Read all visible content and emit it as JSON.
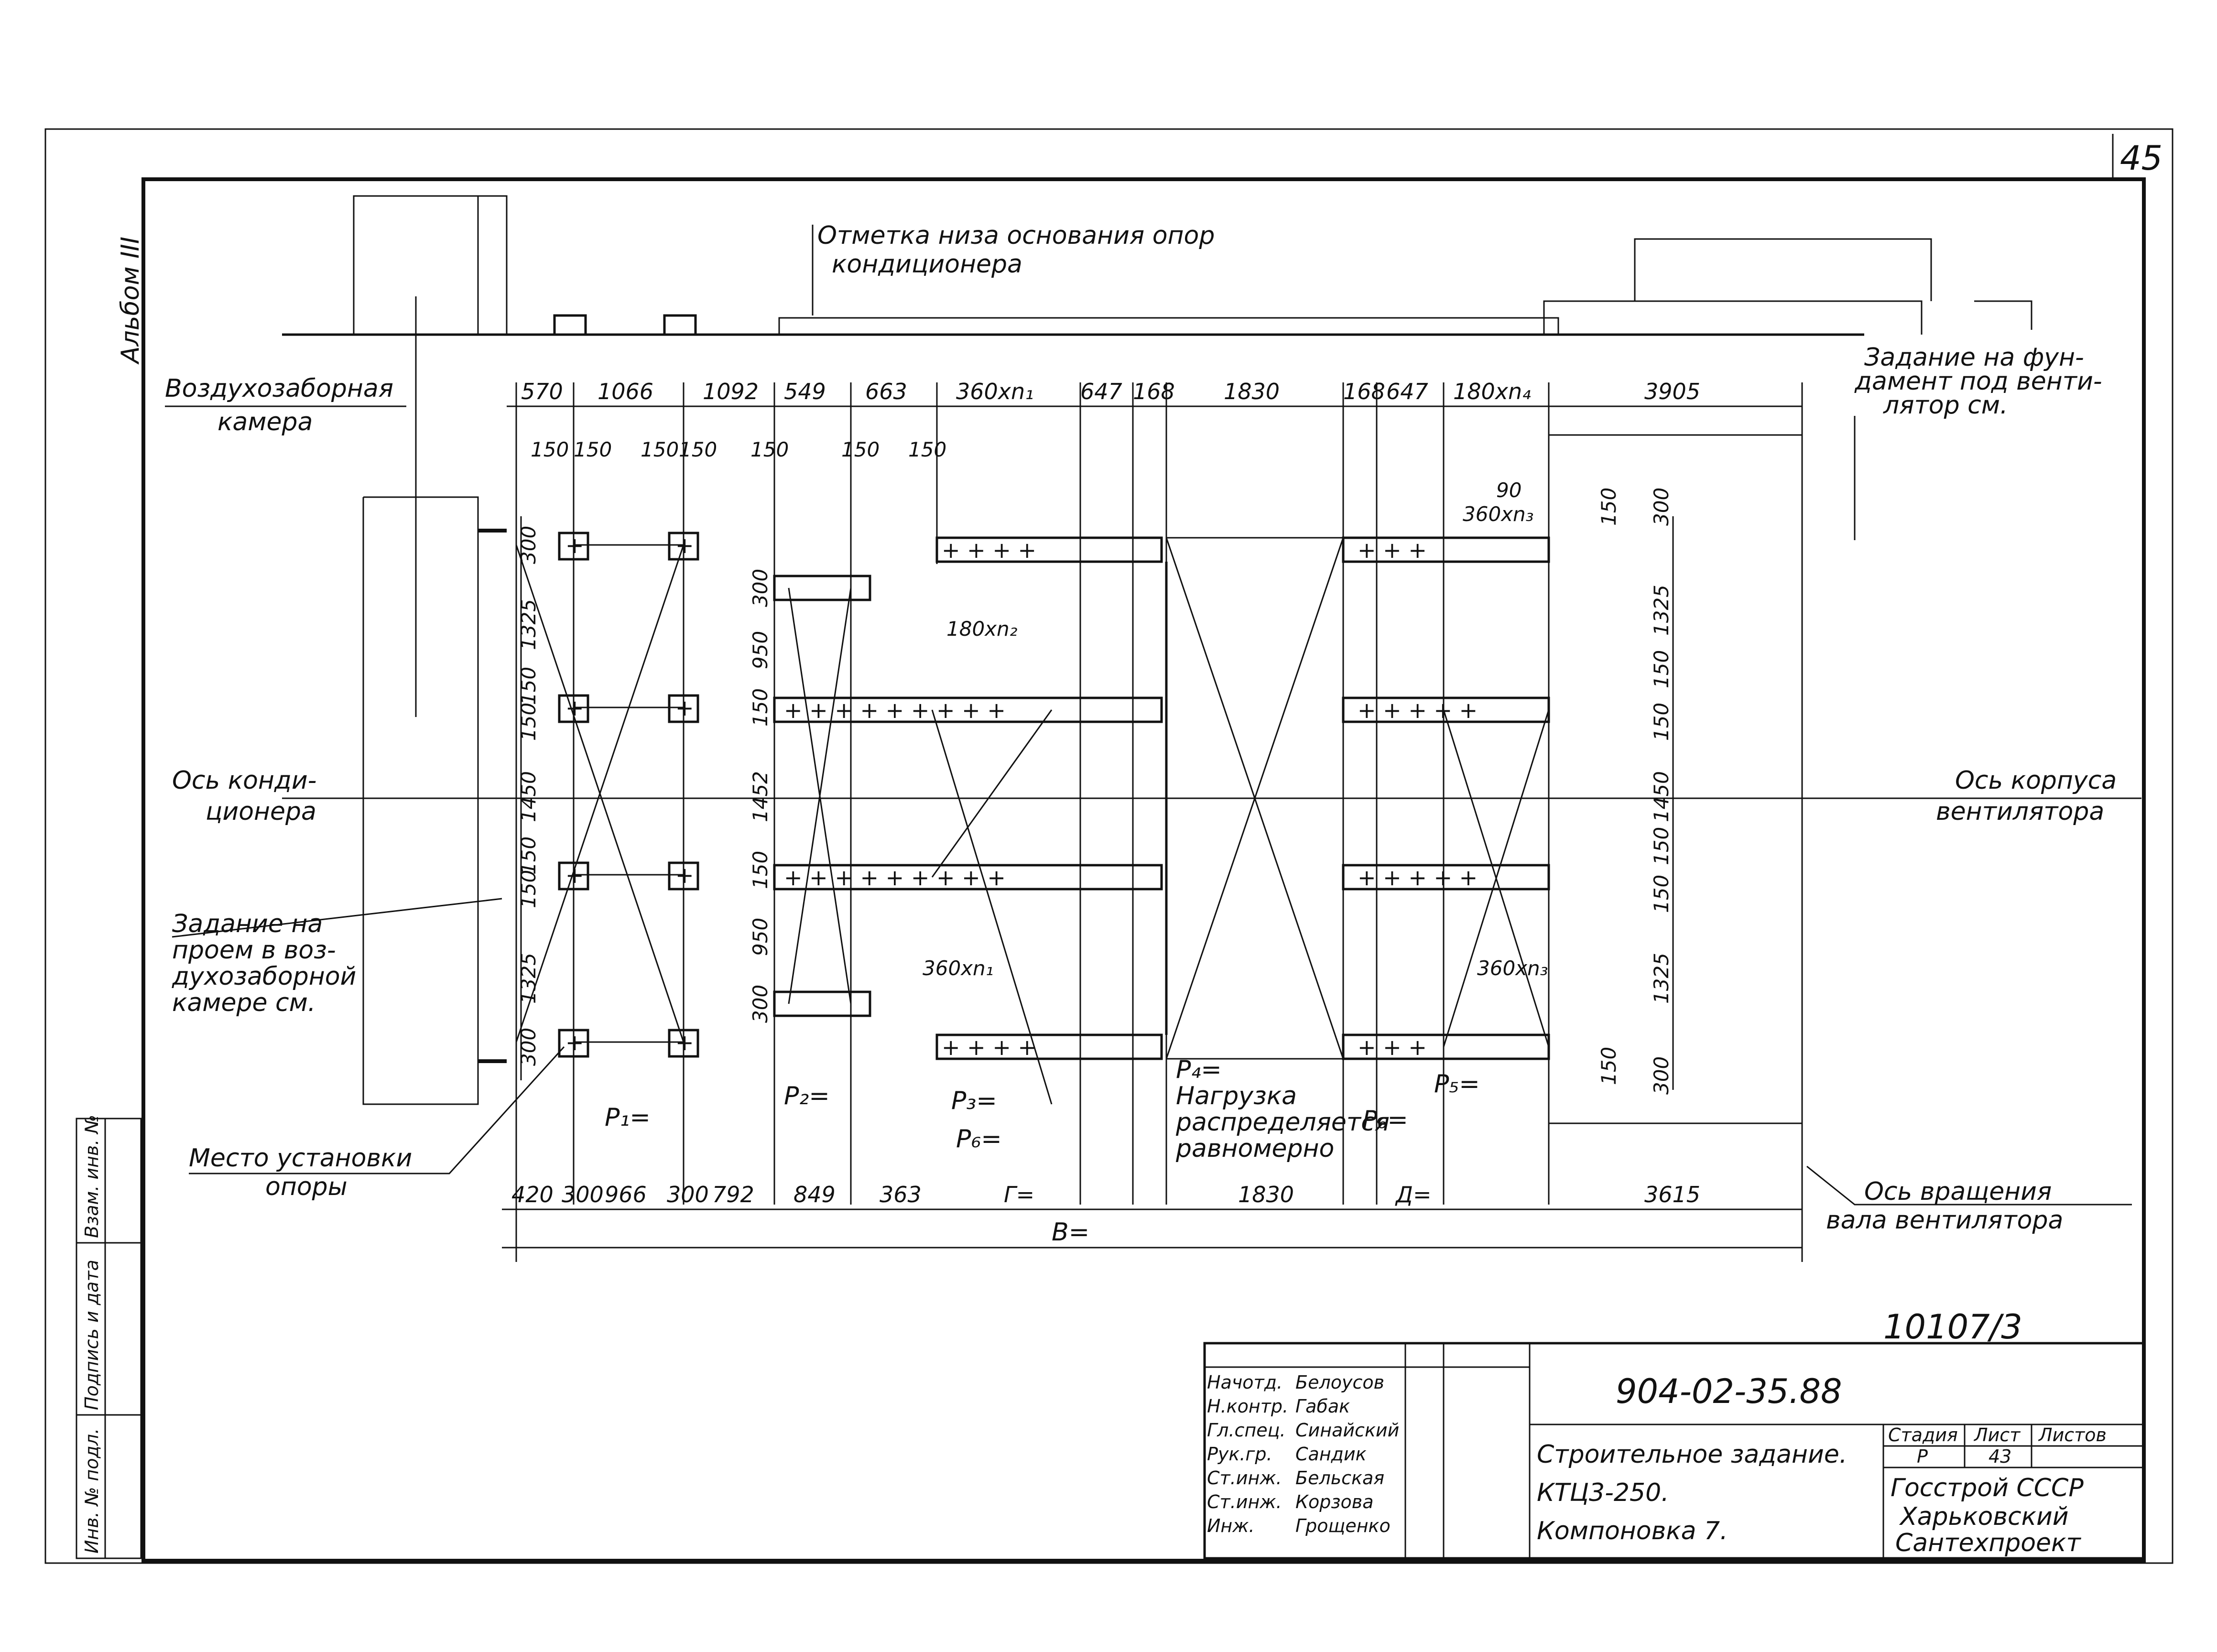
{
  "sheet_number": "45",
  "album": "Альбом III",
  "top_note": [
    "Отметка низа основания опор",
    "кондиционера"
  ],
  "labels": {
    "air_intake_chamber": [
      "Воздухозаборная",
      "камера"
    ],
    "conditioner_axis": [
      "Ось конди-",
      "ционера"
    ],
    "opening_task": [
      "Задание на",
      "проем в воз-",
      "духозаборной",
      "камере см."
    ],
    "support_place": [
      "Место установки",
      "опоры"
    ],
    "foundation_task": [
      "Задание на фун-",
      "дамент под венти-",
      "лятор см."
    ],
    "fan_body_axis": [
      "Ось корпуса",
      "вентилятора"
    ],
    "fan_shaft_axis": [
      "Ось вращения",
      "вала вентилятора"
    ],
    "uniform_load": [
      "Нагрузка",
      "распределяется",
      "равномерно"
    ]
  },
  "top_dims": [
    "570",
    "1066",
    "1092",
    "549",
    "663",
    "360xn₁",
    "647",
    "168",
    "1830",
    "168",
    "647",
    "180xn₄",
    "3905"
  ],
  "sub_dims": [
    "150",
    "150",
    "150",
    "150",
    "150",
    "150",
    "150",
    "90",
    "360xn₃",
    "180xn₂",
    "360xn₁",
    "360xn₃"
  ],
  "left_vdims": [
    "300",
    "1325",
    "150",
    "150",
    "1450",
    "150",
    "150",
    "1325",
    "300"
  ],
  "mid_vdims": [
    "300",
    "950",
    "150",
    "1452",
    "150",
    "950",
    "300"
  ],
  "right_vdims": [
    "300",
    "150",
    "1325",
    "150",
    "150",
    "1450",
    "150",
    "150",
    "1325",
    "300",
    "150"
  ],
  "loads": [
    "P₁=",
    "P₂=",
    "P₃=",
    "P₆=",
    "P₄=",
    "P₅=",
    "P₆="
  ],
  "bottom_dims": [
    "420",
    "300",
    "966",
    "300",
    "792",
    "849",
    "363",
    "Г=",
    "1830",
    "Д=",
    "3615"
  ],
  "total_dim": "В=",
  "doc_code": "10107/3",
  "title_block": {
    "designation": "904-02-35.88",
    "roles": [
      "Начотд.",
      "Н.контр.",
      "Гл.спец.",
      "Рук.гр.",
      "Ст.инж.",
      "Ст.инж.",
      "Инж."
    ],
    "names": [
      "Белоусов",
      "Габак",
      "Синайский",
      "Сандик",
      "Бельская",
      "Корзова",
      "Грощенко"
    ],
    "title_lines": [
      "Строительное задание.",
      "КТЦ3-250.",
      "Компоновка 7."
    ],
    "stage_header": "Стадия",
    "sheet_header": "Лист",
    "sheets_header": "Листов",
    "stage": "Р",
    "sheet": "43",
    "org": [
      "Госстрой СССР",
      "Харьковский",
      "Сантехпроект"
    ]
  },
  "side_stamp": [
    "Инв. № подл.",
    "Подпись и дата",
    "Взам. инв. №"
  ]
}
